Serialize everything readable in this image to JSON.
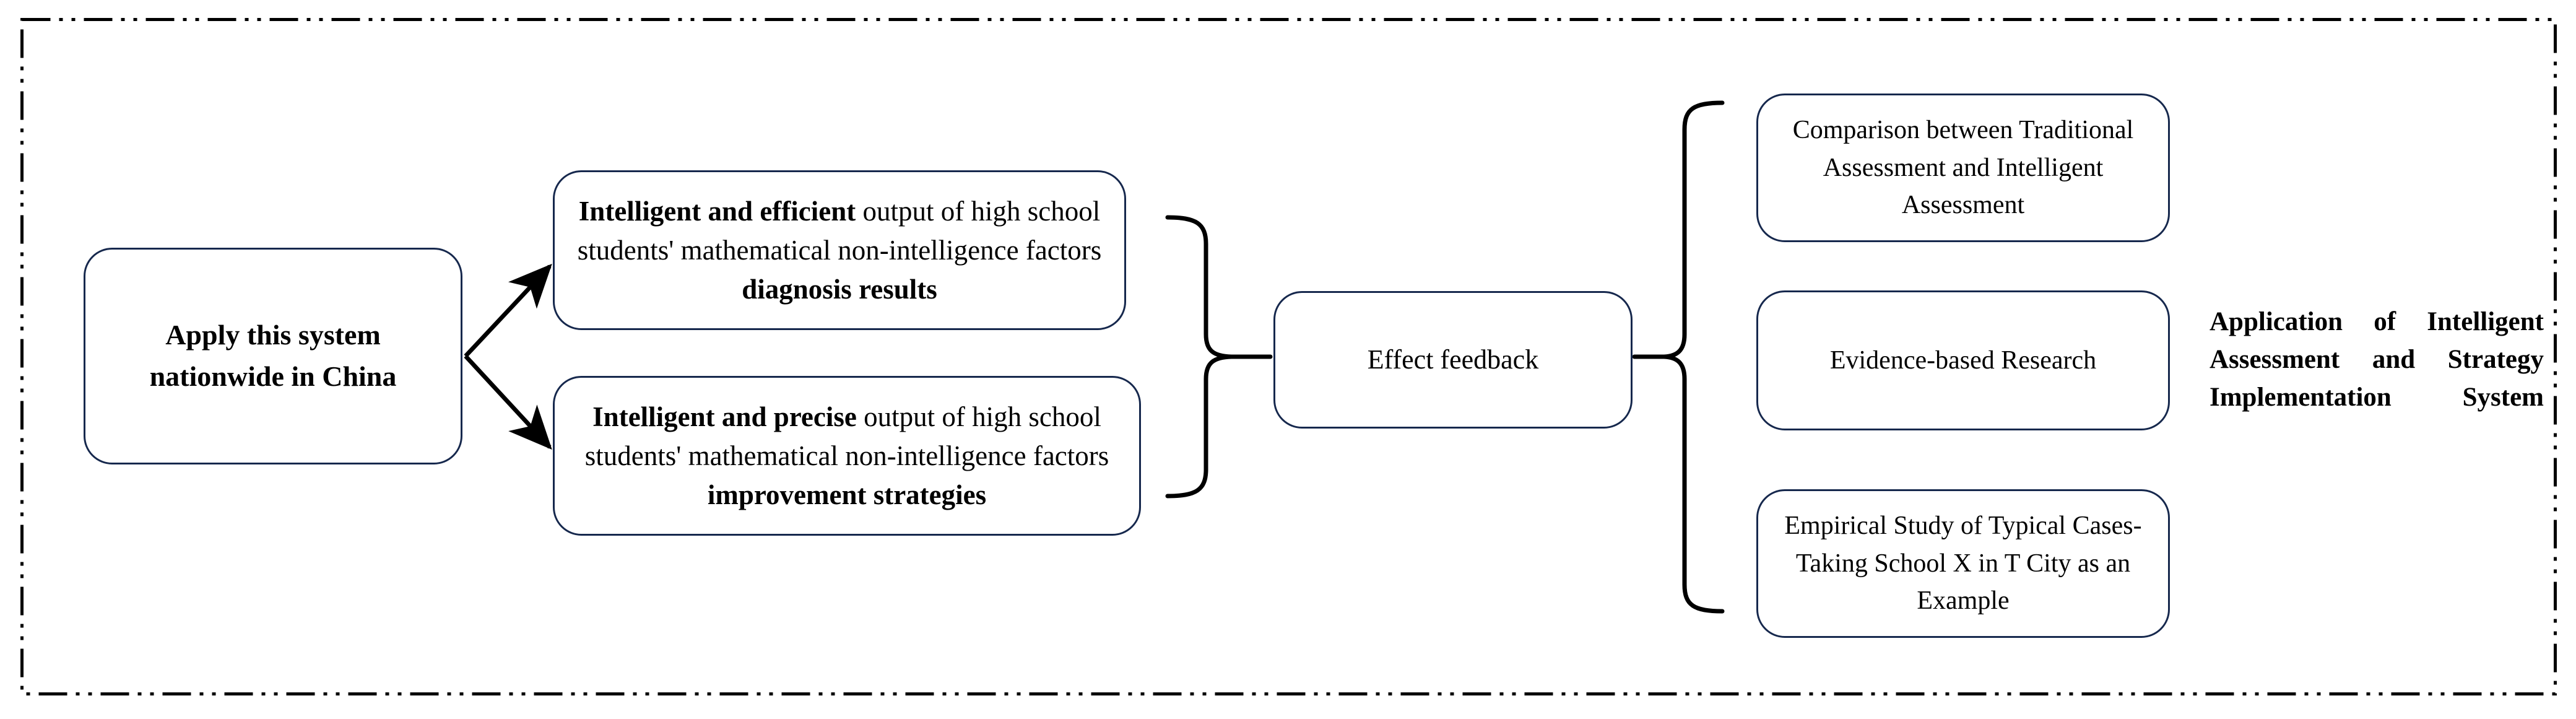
{
  "diagram": {
    "title": "Application of Intelligent Assessment and Strategy Implementation System",
    "frame": {
      "style": "dash-dot-dot",
      "color": "#000000"
    },
    "box_border_color": "#16284d",
    "connector_color": "#000000",
    "nodes": {
      "apply": {
        "label": "Apply this system nationwide in China",
        "line1": "Apply this system",
        "line2": "nationwide in China",
        "bold": true
      },
      "diagnosis": {
        "label": "Intelligent and efficient output of high school students' mathematical non-intelligence factors diagnosis results",
        "bold_lead": "Intelligent and efficient",
        "middle": " output of high school students' mathematical non-intelligence factors ",
        "bold_tail": "diagnosis results"
      },
      "strategies": {
        "label": "Intelligent and precise output of high school students' mathematical non-intelligence factors improvement strategies",
        "bold_lead": "Intelligent and precise",
        "middle": " output of high school students' mathematical non-intelligence factors ",
        "bold_tail": "improvement strategies"
      },
      "feedback": {
        "label": "Effect feedback"
      },
      "comparison": {
        "label": "Comparison between Traditional Assessment and Intelligent Assessment"
      },
      "evidence": {
        "label": "Evidence-based Research"
      },
      "empirical": {
        "label": "Empirical Study of Typical Cases-Taking School X in T City as an Example"
      }
    },
    "connectors": [
      {
        "name": "apply-to-diagnosis",
        "type": "arrow",
        "from": "apply",
        "to": "diagnosis"
      },
      {
        "name": "apply-to-strategies",
        "type": "arrow",
        "from": "apply",
        "to": "strategies"
      },
      {
        "name": "middle-pair-brace",
        "type": "curly-brace",
        "from": [
          "diagnosis",
          "strategies"
        ],
        "to": "feedback"
      },
      {
        "name": "right-triple-brace",
        "type": "curly-brace",
        "from": "feedback",
        "to": [
          "comparison",
          "evidence",
          "empirical"
        ]
      }
    ]
  }
}
